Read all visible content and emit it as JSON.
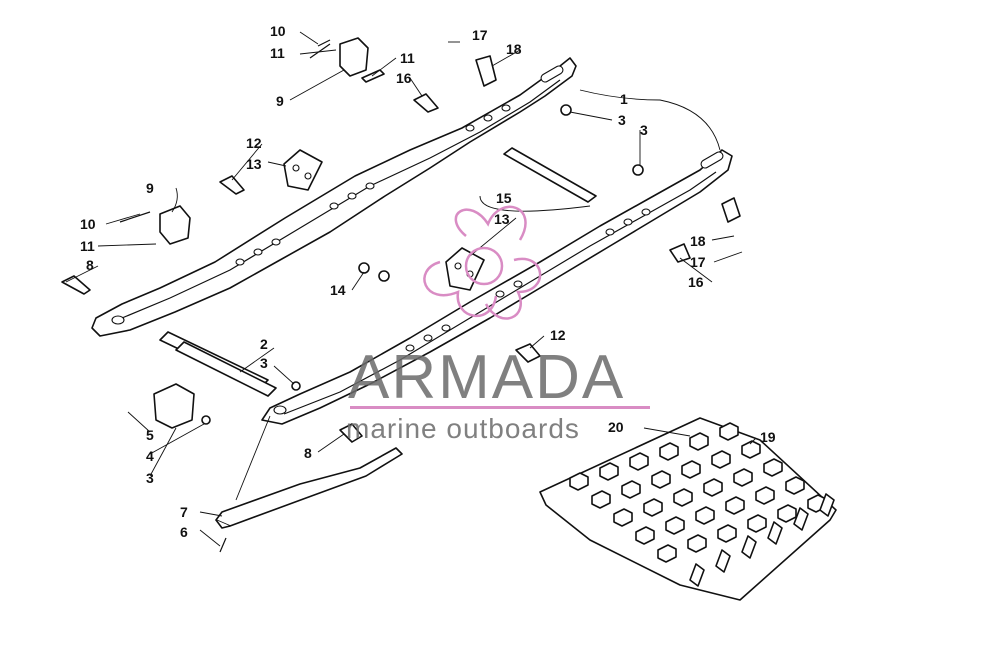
{
  "callouts": [
    {
      "text": "1"
    },
    {
      "text": "2"
    },
    {
      "text": "3"
    },
    {
      "text": "3"
    },
    {
      "text": "3"
    },
    {
      "text": "3"
    },
    {
      "text": "4"
    },
    {
      "text": "5"
    },
    {
      "text": "6"
    },
    {
      "text": "7"
    },
    {
      "text": "8"
    },
    {
      "text": "8"
    },
    {
      "text": "9"
    },
    {
      "text": "9"
    },
    {
      "text": "10"
    },
    {
      "text": "10"
    },
    {
      "text": "11"
    },
    {
      "text": "11"
    },
    {
      "text": "11"
    },
    {
      "text": "12"
    },
    {
      "text": "12"
    },
    {
      "text": "13"
    },
    {
      "text": "13"
    },
    {
      "text": "14"
    },
    {
      "text": "15"
    },
    {
      "text": "16"
    },
    {
      "text": "16"
    },
    {
      "text": "17"
    },
    {
      "text": "17"
    },
    {
      "text": "18"
    },
    {
      "text": "18"
    },
    {
      "text": "19"
    },
    {
      "text": "20"
    }
  ],
  "watermark": {
    "brand": "ARMADA",
    "tagline": "marine outboards",
    "accent_color": "#d98cc4",
    "text_color": "#6b6b6b"
  }
}
